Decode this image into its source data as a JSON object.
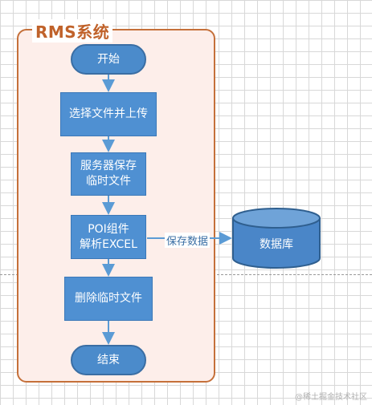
{
  "container": {
    "title": "RMS系统"
  },
  "nodes": {
    "start": "开始",
    "select_upload": "选择文件并上传",
    "save_temp": "服务器保存\n临时文件",
    "poi_parse": "POI组件\n解析EXCEL",
    "delete_temp": "删除临时文件",
    "end": "结束",
    "database": "数据库"
  },
  "edges": {
    "save_data": "保存数据"
  },
  "watermark": "@稀土掘金技术社区",
  "colors": {
    "process_fill": "#4f90d2",
    "terminal_fill": "#4b8bcb",
    "container_border": "#c5703a",
    "container_fill": "#fdeeea",
    "title_color": "#c0622a"
  }
}
